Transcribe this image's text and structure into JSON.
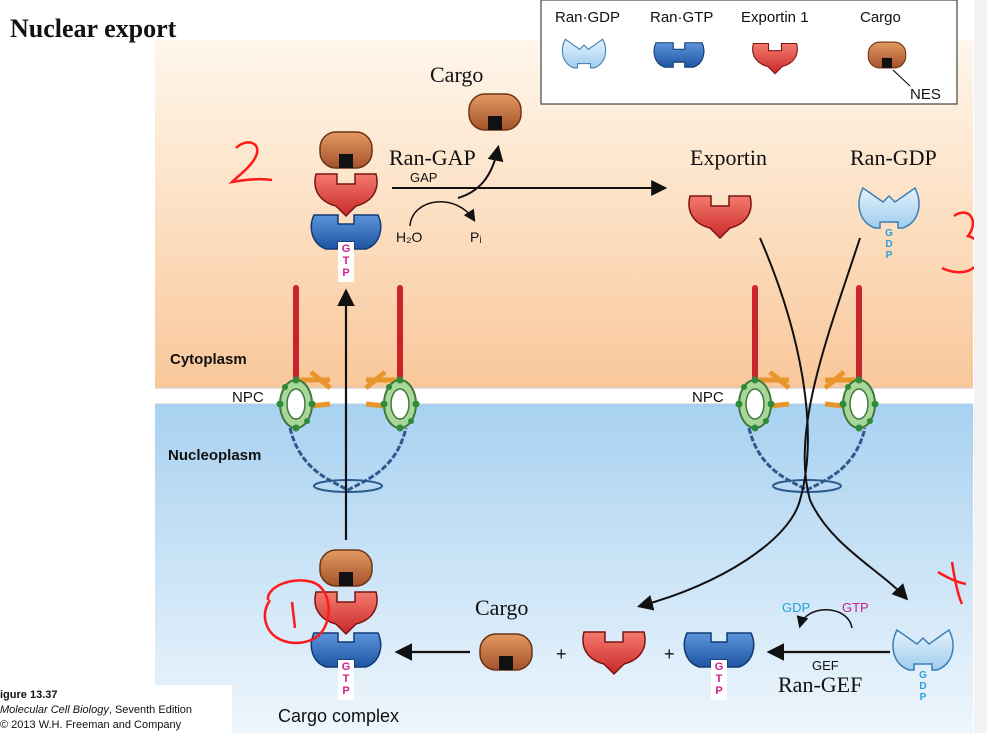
{
  "title": "Nuclear export",
  "legend": {
    "ran_gdp": "Ran·GDP",
    "ran_gtp": "Ran·GTP",
    "exportin1": "Exportin 1",
    "cargo": "Cargo",
    "nes": "NES"
  },
  "labels": {
    "cargo_top": "Cargo",
    "ran_gap": "Ran-GAP",
    "gap": "GAP",
    "h2o": "H₂O",
    "pi": "Pᵢ",
    "exportin": "Exportin",
    "ran_gdp": "Ran-GDP",
    "cytoplasm": "Cytoplasm",
    "npc_left": "NPC",
    "npc_right": "NPC",
    "nucleoplasm": "Nucleoplasm",
    "cargo_bottom": "Cargo",
    "gdp": "GDP",
    "gtp": "GTP",
    "gef": "GEF",
    "ran_gef": "Ran-GEF",
    "cargo_complex": "Cargo complex",
    "plus1": "+",
    "plus2": "+"
  },
  "nucleotide_letters": {
    "gtp": [
      "G",
      "T",
      "P"
    ],
    "gdp": [
      "G",
      "D",
      "P"
    ]
  },
  "caption": {
    "line1": "igure 13.37",
    "line2_italic": "Molecular Cell Biology",
    "line2_rest": ", Seventh Edition",
    "line3": "© 2013 W.H. Freeman and Company"
  },
  "annotations": {
    "step1": "1",
    "step2": "2",
    "step3": "3",
    "step4": "4"
  },
  "colors": {
    "cytoplasm_top": "#fde9d2",
    "cytoplasm_bottom": "#f9c99a",
    "nucleoplasm_top": "#a9d2f2",
    "nucleoplasm_bottom": "#e6f2fb",
    "exportin": "#e23c3c",
    "ran_gtp": "#2f6fc0",
    "ran_gdp": "#b9dcf5",
    "cargo": "#c96a36",
    "gtp_text": "#cc1f8a",
    "gdp_text": "#2aa0d8",
    "annotation": "#ff1a1a"
  }
}
